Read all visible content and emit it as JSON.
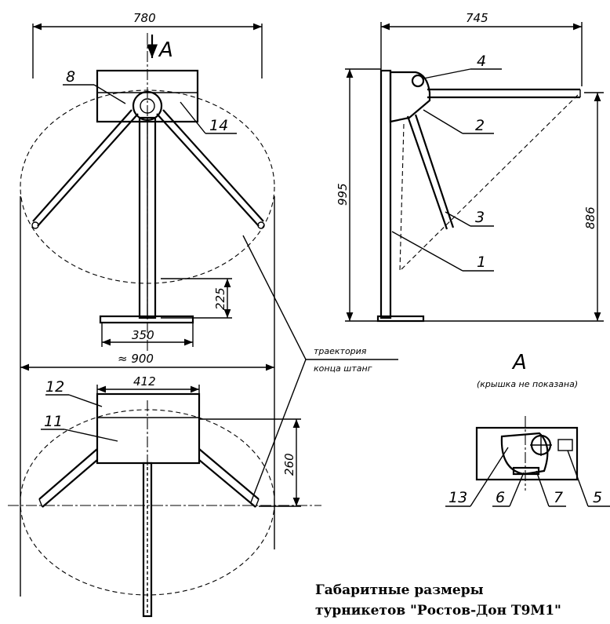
{
  "front_view": {
    "dim_width": "780",
    "view_marker": "A",
    "dim_base_width": "350",
    "dim_base_height": "225",
    "dim_sweep": "≈ 900",
    "callouts": [
      "8",
      "14"
    ]
  },
  "side_view": {
    "dim_depth": "745",
    "dim_height": "995",
    "dim_arm_height": "886",
    "callouts": [
      "4",
      "2",
      "3",
      "1"
    ]
  },
  "plan_view": {
    "dim_housing_width": "412",
    "dim_housing_depth": "260",
    "callouts": [
      "12",
      "11"
    ]
  },
  "trajectory_note": {
    "line1": "траектория",
    "line2": "конца штанг"
  },
  "detail_a": {
    "title": "А",
    "subtitle": "(крышка не показана)",
    "callouts": [
      "13",
      "6",
      "7",
      "5"
    ]
  },
  "caption": {
    "line1": "Габаритные размеры",
    "line2": "турникетов  \"Ростов-Дон Т9М1\""
  }
}
